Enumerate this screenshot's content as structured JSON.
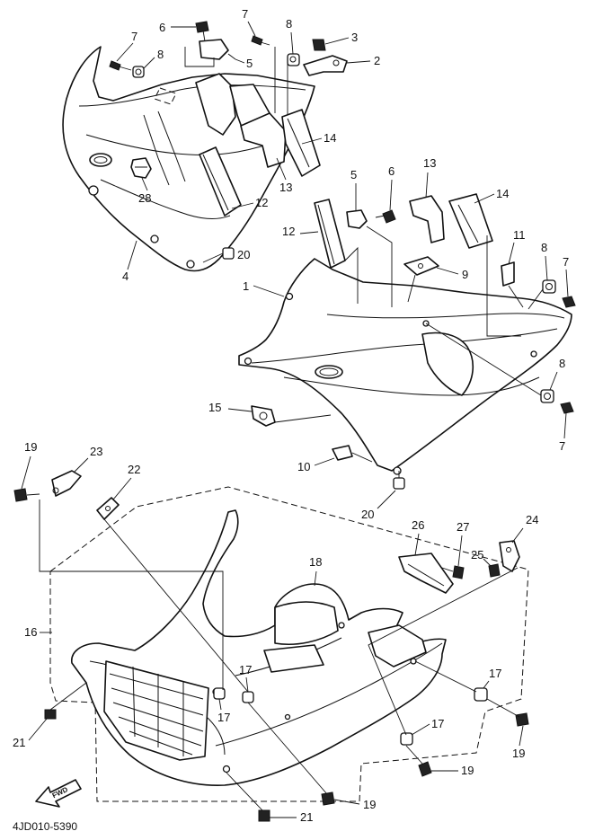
{
  "diagram": {
    "code": "4JD010-5390",
    "fwd": "FWD",
    "callouts": [
      "1",
      "2",
      "3",
      "4",
      "5",
      "6",
      "7",
      "8",
      "9",
      "10",
      "11",
      "12",
      "13",
      "14",
      "15",
      "16",
      "17",
      "18",
      "19",
      "20",
      "21",
      "22",
      "23",
      "24",
      "25",
      "26",
      "27",
      "28"
    ]
  }
}
